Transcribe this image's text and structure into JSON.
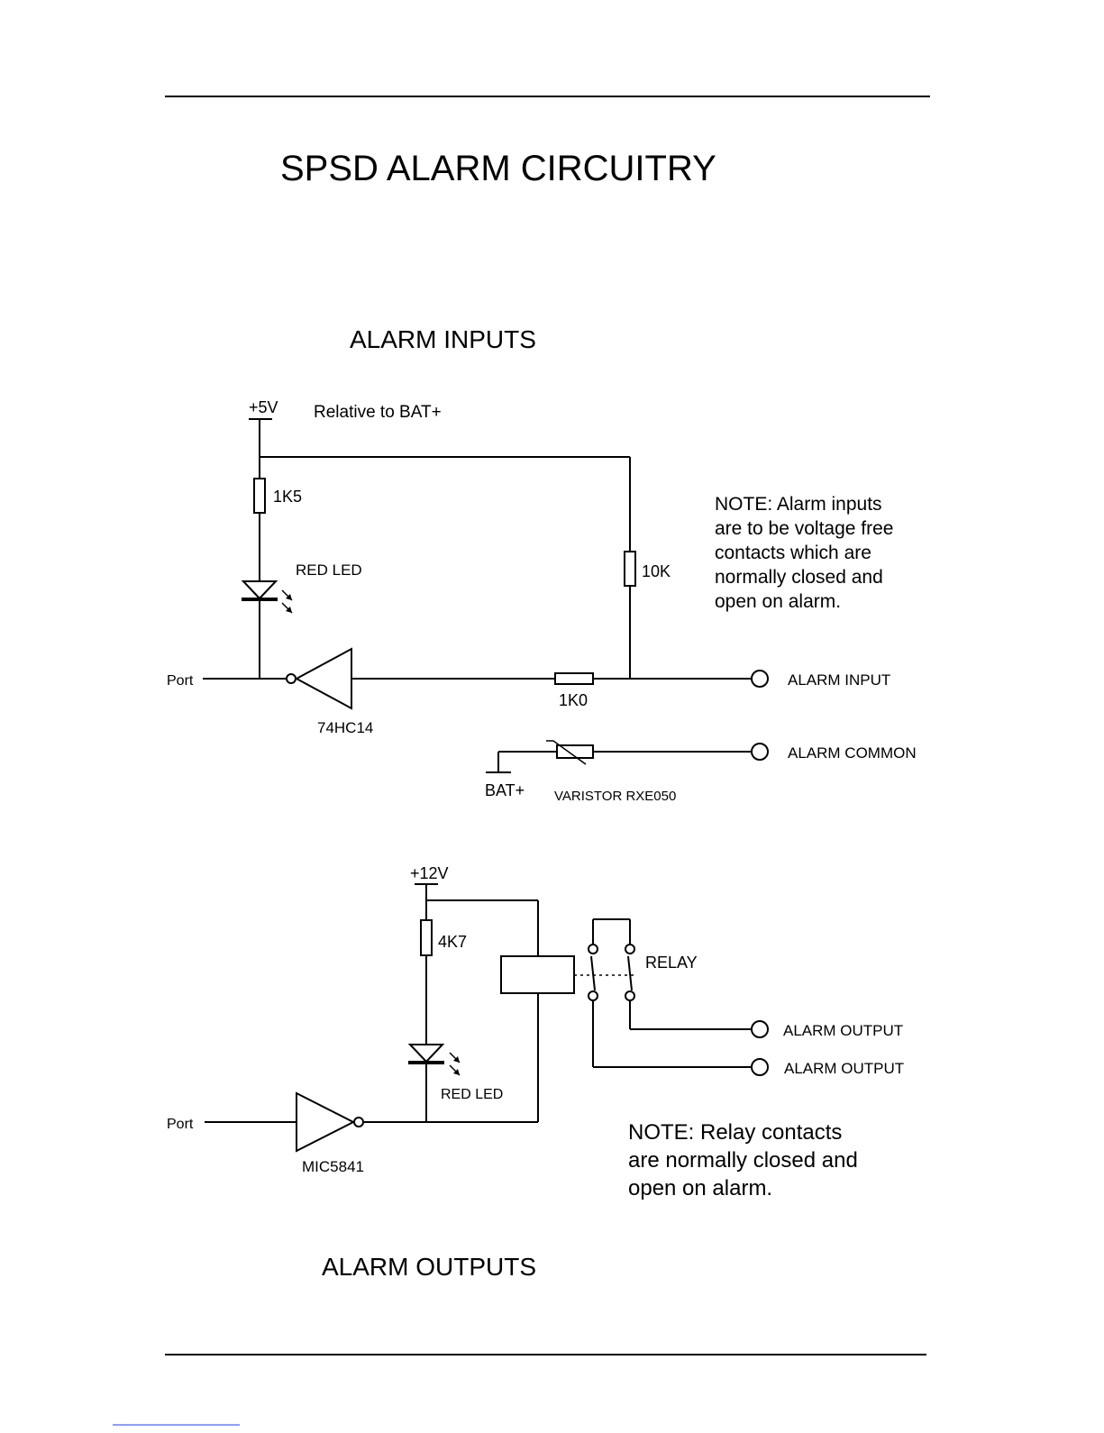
{
  "title": "SPSD ALARM CIRCUITRY",
  "inputs": {
    "heading": "ALARM INPUTS",
    "supply": "+5V",
    "supply_note": "Relative to BAT+",
    "r1": "1K5",
    "led": "RED LED",
    "r2": "10K",
    "port": "Port",
    "gate": "74HC14",
    "r3": "1K0",
    "terminal_input": "ALARM INPUT",
    "terminal_common": "ALARM COMMON",
    "bat": "BAT+",
    "varistor": "VARISTOR  RXE050",
    "note_lines": [
      "NOTE: Alarm inputs",
      "are to be voltage free",
      "contacts which are",
      "normally closed and",
      "open on alarm."
    ]
  },
  "outputs": {
    "heading": "ALARM OUTPUTS",
    "supply": "+12V",
    "r1": "4K7",
    "led": "RED LED",
    "port": "Port",
    "driver": "MIC5841",
    "relay": "RELAY",
    "terminal_1": "ALARM OUTPUT",
    "terminal_2": "ALARM OUTPUT",
    "note_lines": [
      "NOTE: Relay contacts",
      "are normally closed and",
      "open on alarm."
    ]
  }
}
